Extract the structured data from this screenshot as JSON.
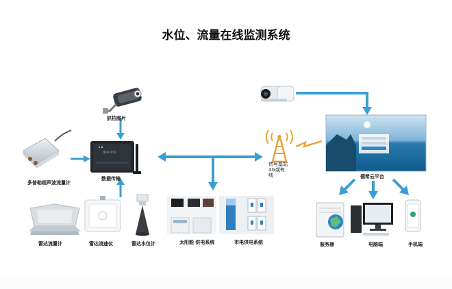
{
  "title": "水位、流量在线监测系统",
  "labels": {
    "camera_capture": "抓拍图片",
    "doppler_meter": "多普勒超声波流量计",
    "data_transmission": "数据传输",
    "radar_flowmeter": "雷达流量计",
    "radar_velocimeter": "雷达流速仪",
    "radar_level": "雷达水位计",
    "solar_power": "太阳能 供电系统",
    "mains_power": "市电供电系统",
    "base_station_lines": [
      "信号基站",
      "4G或有",
      "线"
    ],
    "cloud_platform": "德希云平台",
    "server": "服务器",
    "pc": "电脑端",
    "mobile": "手机端"
  },
  "colors": {
    "arrow": "#3a9fd4",
    "tower": "#e9a33b",
    "device_dark": "#1e2226",
    "screen_sea": "#1b6ea0"
  },
  "icons": [
    "camera-capture-icon",
    "bullet-camera-icon",
    "doppler-sensor-icon",
    "rtu-device-icon",
    "radar-flowmeter-icon",
    "radar-velocimeter-icon",
    "radar-level-icon",
    "solar-power-icon",
    "mains-power-icon",
    "signal-tower-icon",
    "cloud-platform-screen-icon",
    "server-icon",
    "pc-icon",
    "mobile-icon"
  ]
}
